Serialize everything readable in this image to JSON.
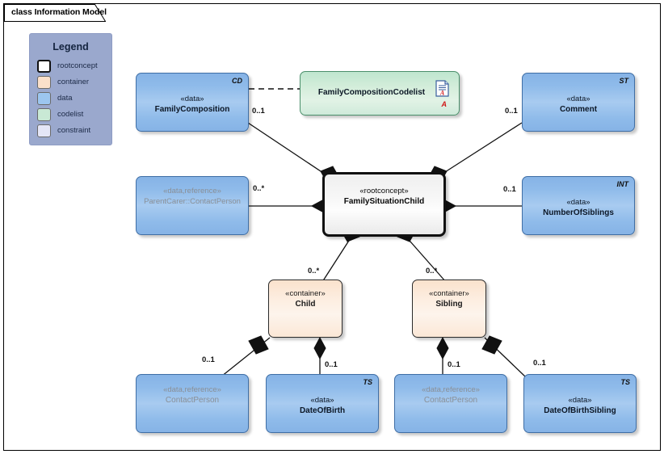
{
  "diagram": {
    "title": "class Information Model",
    "background": "#ffffff",
    "border_color": "#000000"
  },
  "legend": {
    "title": "Legend",
    "background": "#9aa8cd",
    "items": [
      {
        "label": "rootconcept",
        "color": "#ffffff"
      },
      {
        "label": "container",
        "color": "#fbe0ca"
      },
      {
        "label": "data",
        "color": "#9cc6ef"
      },
      {
        "label": "codelist",
        "color": "#c9e9d5"
      },
      {
        "label": "constraint",
        "color": "#e4e6f7"
      }
    ]
  },
  "nodes": [
    {
      "id": "familycomposition",
      "stereotype": "«data»",
      "name": "FamilyComposition",
      "corner": "CD",
      "kind": "data"
    },
    {
      "id": "familycompositioncodelist",
      "stereotype": "",
      "name": "FamilyCompositionCodelist",
      "corner": "",
      "kind": "codelist",
      "icon": "document-icon",
      "mark": "A"
    },
    {
      "id": "comment",
      "stereotype": "«data»",
      "name": "Comment",
      "corner": "ST",
      "kind": "data"
    },
    {
      "id": "parentcarer-contactperson",
      "stereotype": "«data,reference»",
      "name": "ParentCarer::ContactPerson",
      "corner": "",
      "kind": "dataref"
    },
    {
      "id": "familysituationchild",
      "stereotype": "«rootconcept»",
      "name": "FamilySituationChild",
      "corner": "",
      "kind": "rootconcept"
    },
    {
      "id": "numberofsiblings",
      "stereotype": "«data»",
      "name": "NumberOfSiblings",
      "corner": "INT",
      "kind": "data"
    },
    {
      "id": "child",
      "stereotype": "«container»",
      "name": "Child",
      "corner": "",
      "kind": "container"
    },
    {
      "id": "sibling",
      "stereotype": "«container»",
      "name": "Sibling",
      "corner": "",
      "kind": "container"
    },
    {
      "id": "child-contactperson",
      "stereotype": "«data,reference»",
      "name": "ContactPerson",
      "corner": "",
      "kind": "dataref"
    },
    {
      "id": "dateofbirth",
      "stereotype": "«data»",
      "name": "DateOfBirth",
      "corner": "TS",
      "kind": "data"
    },
    {
      "id": "sibling-contactperson",
      "stereotype": "«data,reference»",
      "name": "ContactPerson",
      "corner": "",
      "kind": "dataref"
    },
    {
      "id": "dateofbirthsibling",
      "stereotype": "«data»",
      "name": "DateOfBirthSibling",
      "corner": "TS",
      "kind": "data"
    }
  ],
  "multiplicities": {
    "familycomposition": "0..1",
    "comment": "0..1",
    "parentcarer_contactperson": "0..*",
    "numberofsiblings": "0..1",
    "child": "0..*",
    "sibling": "0..*",
    "child_contactperson": "0..1",
    "dateofbirth": "0..1",
    "sibling_contactperson": "0..1",
    "dateofbirthsibling": "0..1"
  }
}
